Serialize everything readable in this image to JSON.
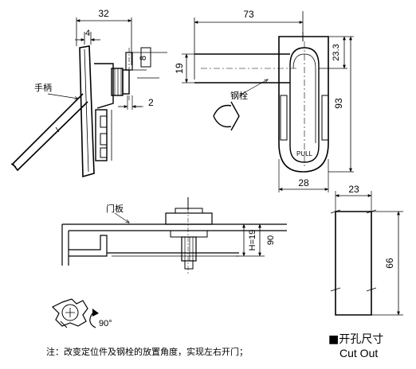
{
  "side_view": {
    "dim_width": "32",
    "dim_plate": "4",
    "dim_square": "8",
    "dim_step": "2",
    "handle_label": "手柄"
  },
  "front_view": {
    "dim_length": "73",
    "dim_bolt_height": "19",
    "dim_upper": "23.3",
    "dim_height": "93",
    "dim_width": "28",
    "bolt_label": "钢栓",
    "pull_text": "PULL"
  },
  "bottom_view": {
    "door_label": "门板",
    "dim_h": "H=19",
    "dim_90": "90",
    "rotation_text": "90°"
  },
  "cutout": {
    "dim_width": "23",
    "dim_height": "66",
    "title_cn": "■开孔尺寸",
    "title_en": "Cut Out"
  },
  "note": "注：改变定位件及钢栓的放置角度，实现左右开门；"
}
